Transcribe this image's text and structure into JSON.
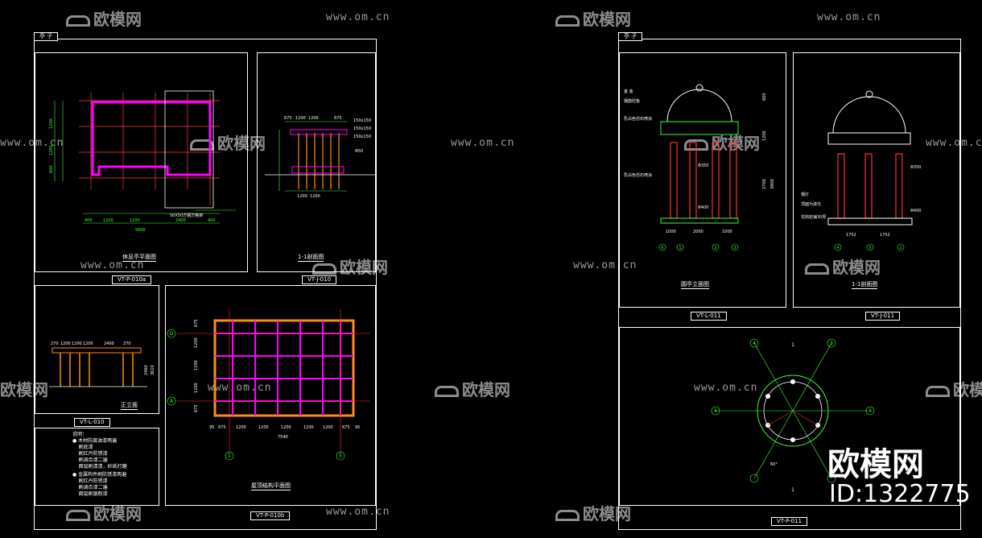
{
  "watermark": {
    "url": "www.om.cn",
    "logo": "欧模网"
  },
  "brand": {
    "name": "欧模网",
    "id": "ID:1322775"
  },
  "left_sheet": {
    "title_tag": "亭 子",
    "panels": {
      "plan": {
        "caption": "休息亭平面图",
        "code": "VT-P-010a",
        "annotation": "50X50方钢方格架"
      },
      "section": {
        "caption": "1-1剖面图",
        "code": "VT-J-010"
      },
      "elevation": {
        "caption": "正立面",
        "code": "VT-L-010"
      },
      "roof_plan": {
        "caption": "屋顶结构平面图",
        "code": "VT-P-010b"
      }
    },
    "plan_dims": [
      "400",
      "1200",
      "1200",
      "2400",
      "400",
      "5600",
      "1200",
      "1200",
      "600"
    ],
    "section_dims": [
      "675",
      "1200",
      "1200",
      "675",
      "1200",
      "1200",
      "150x150",
      "150x150",
      "150x150",
      "Φ50"
    ],
    "elevation_dims": [
      "270",
      "1200",
      "1200",
      "1200",
      "2400",
      "270",
      "2460",
      "3610"
    ],
    "roof_dims": [
      "95",
      "675",
      "1200",
      "1200",
      "1200",
      "1200",
      "1200",
      "675",
      "95",
      "7540",
      "675",
      "1200",
      "1200",
      "1200",
      "675"
    ],
    "roof_grid_labels": [
      "D",
      "A",
      "1",
      "5"
    ],
    "notes_title": "说明：",
    "notes": [
      "● 木材防腐油漆两遍",
      "    刷底漆",
      "    刷红丹防锈漆",
      "    刷调合漆二遍",
      "    面层刷清漆，砂纸打磨",
      "● 金属构件刷防锈漆两遍",
      "    刷红丹防锈漆",
      "    刷调合漆二遍",
      "    面层刷银粉漆"
    ]
  },
  "right_sheet": {
    "title_tag": "亭 子",
    "panels": {
      "elevation": {
        "caption": "圆亭立面图",
        "code": "VT-L-011"
      },
      "section": {
        "caption": "1-1剖面图",
        "code": "VT-J-011"
      },
      "plan": {
        "caption": "",
        "code": "VT-P-011"
      }
    },
    "elevation_notes": [
      "金 金",
      "钢筋砼板",
      "乳白色仿石喷涂",
      "乳白色仿石喷涂"
    ],
    "elevation_dims": [
      "1000",
      "2000",
      "1000",
      "Φ350",
      "Φ400",
      "2700",
      "3900",
      "1200",
      "600"
    ],
    "section_notes": [
      "钢灯",
      "顶面为漆光",
      "花岗岩铺30厚"
    ],
    "section_dims": [
      "1752",
      "1752",
      "Φ350",
      "Φ400"
    ],
    "grid_labels": [
      "6",
      "1",
      "2",
      "3",
      "4",
      "5",
      "6",
      "3"
    ],
    "plan_angle": "60°",
    "plan_marks": [
      "1",
      "1"
    ]
  }
}
